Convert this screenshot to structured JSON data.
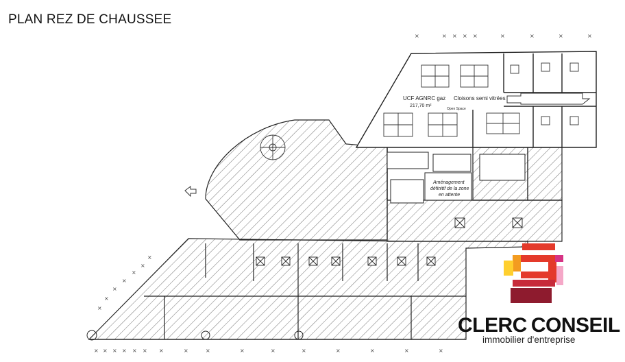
{
  "title": "PLAN REZ DE CHAUSSEE",
  "plan": {
    "zone_main_name": "UCF AGNRC gaz",
    "zone_main_area": "217,70 m²",
    "partitions_note": "Cloisons semi vitrées",
    "open_space_label": "Open Space",
    "pending_zone": [
      "Aménagement",
      "définitif de la zone",
      "en attente"
    ]
  },
  "brand": {
    "name_part1": "CLERC",
    "name_part2": "CONSEIL",
    "tagline": "immobilier d'entreprise",
    "colors": [
      "#e43a2b",
      "#f39c20",
      "#ffcf2e",
      "#8e1b2e",
      "#d63384",
      "#f5a8c8"
    ]
  }
}
